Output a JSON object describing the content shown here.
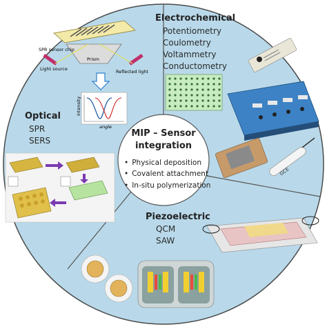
{
  "center": {
    "title_line1": "MIP – Sensor",
    "title_line2": "integration",
    "methods": [
      "Physical deposition",
      "Covalent attachment",
      "In-situ polymerization"
    ]
  },
  "sectors": {
    "electrochemical": {
      "heading": "Electrochemical",
      "items": [
        "Potentiometry",
        "Coulometry",
        "Voltammetry",
        "Conductometry"
      ],
      "electrode_label": "GCE"
    },
    "optical": {
      "heading": "Optical",
      "items": [
        "SPR",
        "SERS"
      ],
      "spr_labels": {
        "chip": "SPR sensor chip",
        "prism": "Prism",
        "light_source": "Light source",
        "reflected": "Reflected light",
        "intensity": "intensity",
        "angle": "angle"
      }
    },
    "piezoelectric": {
      "heading": "Piezoelectric",
      "items": [
        "QCM",
        "SAW"
      ]
    }
  },
  "colors": {
    "circle_fill": "#b9d9ea",
    "circle_stroke": "#4a4a4a",
    "center_fill": "#ffffff",
    "divider": "#555555"
  }
}
